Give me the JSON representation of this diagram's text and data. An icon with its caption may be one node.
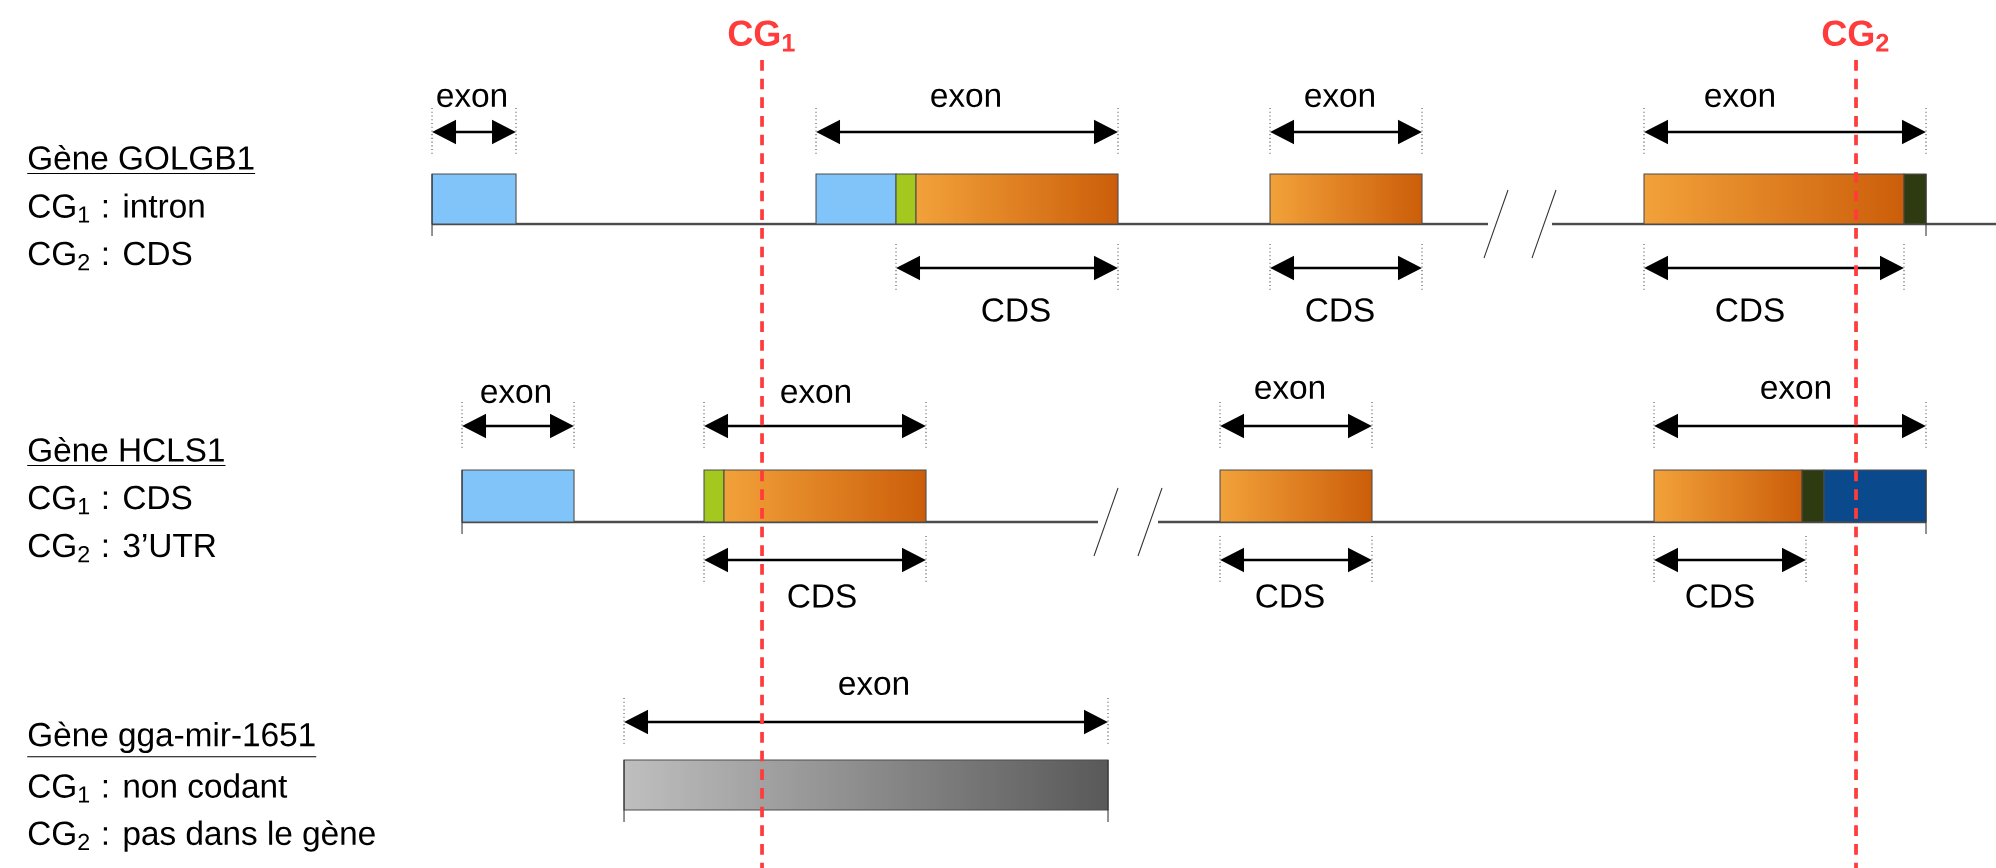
{
  "diagram": {
    "labels": [
      "CG$_{1}$",
      "CG$_{2}$",
      "exon",
      "exon",
      "exon",
      "exon",
      "Gène GOLGB1",
      "CG$_{1}$ : intron",
      "CG$_{2}$ : CDS",
      "CDS",
      "CDS",
      "CDS",
      "exon",
      "exon",
      "exon",
      "exon",
      "Gène HCLS1",
      "CG$_{1}$ : CDS",
      "CG$_{2}$ : 3’UTR",
      "CDS",
      "CDS",
      "CDS",
      "exon",
      "Gène gga-mir-1651",
      "CG$_{1}$ : non codant",
      "CG$_{2}$ : pas dans le gène"
    ]
  }
}
